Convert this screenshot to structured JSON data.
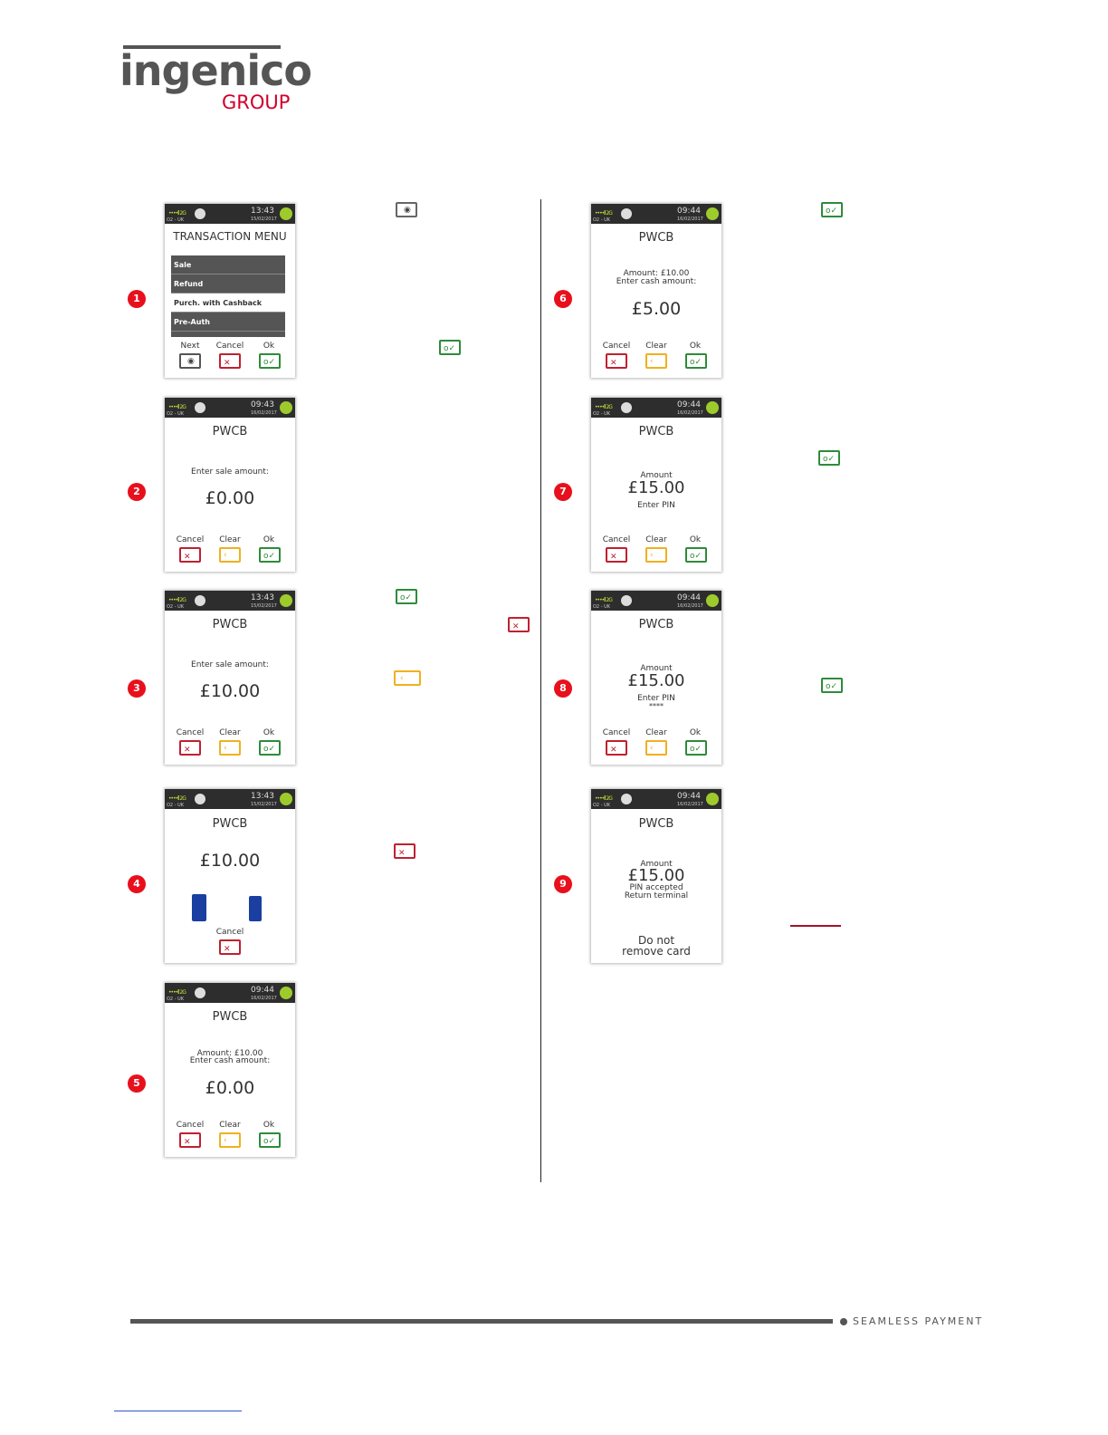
{
  "logo": {
    "main": "ingenico",
    "sub": "GROUP"
  },
  "footer": {
    "tagline": "SEAMLESS PAYMENT"
  },
  "common": {
    "pwcb": "PWCB",
    "cancel": "Cancel",
    "clear": "Clear",
    "ok": "Ok",
    "next": "Next",
    "amount_label": "Amount",
    "enter_pin": "Enter PIN"
  },
  "screen1": {
    "time": "13:43",
    "date": "15/02/2017",
    "title": "TRANSACTION MENU",
    "menu": [
      "Sale",
      "Refund",
      "Purch. with Cashback",
      "Pre-Auth"
    ]
  },
  "screen2": {
    "time": "09:43",
    "date": "16/02/2017",
    "prompt": "Enter sale amount:",
    "amount": "£0.00"
  },
  "screen3": {
    "time": "13:43",
    "date": "15/02/2017",
    "prompt": "Enter sale amount:",
    "amount": "£10.00"
  },
  "screen4": {
    "time": "13:43",
    "date": "15/02/2017",
    "amount": "£10.00"
  },
  "screen5": {
    "time": "09:44",
    "date": "16/02/2017",
    "line1": "Amount: £10.00",
    "line2": "Enter cash amount:",
    "amount": "£0.00"
  },
  "screen6": {
    "time": "09:44",
    "date": "16/02/2017",
    "line1": "Amount: £10.00",
    "line2": "Enter cash amount:",
    "amount": "£5.00"
  },
  "screen7": {
    "time": "09:44",
    "date": "16/02/2017",
    "amount": "£15.00"
  },
  "screen8": {
    "time": "09:44",
    "date": "16/02/2017",
    "amount": "£15.00",
    "pin_mask": "****"
  },
  "screen9": {
    "time": "09:44",
    "date": "16/02/2017",
    "amount": "£15.00",
    "line1": "PIN accepted",
    "line2": "Return terminal",
    "warn1": "Do not",
    "warn2": "remove card"
  },
  "status": {
    "signal": "••••ll 2G",
    "operator": "O2 - UK"
  },
  "steps": [
    "1",
    "2",
    "3",
    "4",
    "5",
    "6",
    "7",
    "8",
    "9"
  ],
  "colors": {
    "ok": "#2e8b3a",
    "cancel": "#c02030",
    "clear": "#f0b020",
    "badge": "#e8101c",
    "brand_red": "#d0002b"
  }
}
